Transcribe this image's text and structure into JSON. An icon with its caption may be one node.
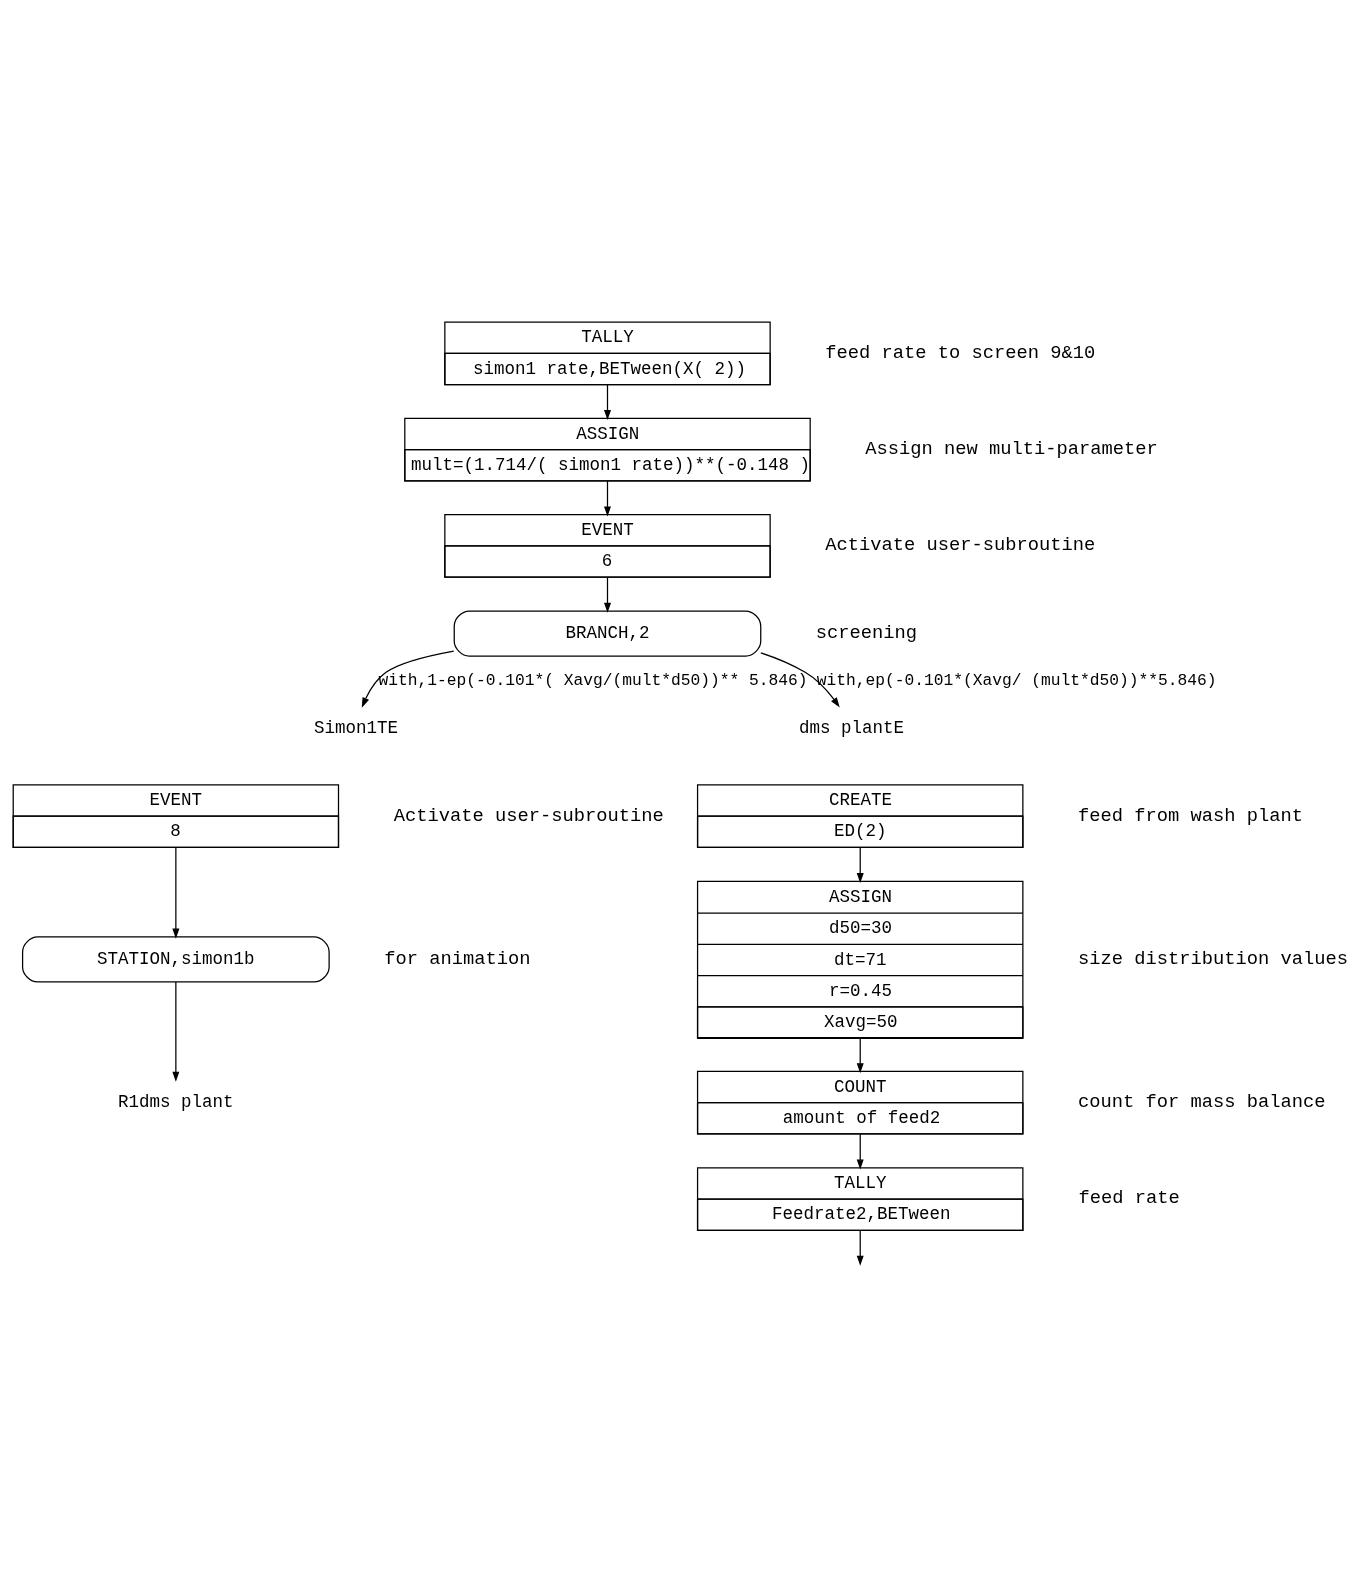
{
  "diagram": {
    "nodes": [
      {
        "text": [
          "TALLY",
          "simon1 rate,BETween(X( 2))"
        ],
        "beside": [
          "feed rate to screen 9&10"
        ]
      },
      {
        "text": [
          "ASSIGN",
          "mult=(1.714/( simon1 rate))**(-0.148 )"
        ],
        "beside": [
          "Assign new multi-parameter"
        ]
      },
      {
        "text": [
          "EVENT",
          "6"
        ],
        "beside": [
          "Activate user-subroutine"
        ]
      },
      {
        "text": [
          "BRANCH,2"
        ],
        "beside": [
          "screening"
        ]
      },
      {
        "text": [
          "Simon1TE"
        ]
      },
      {
        "text": [
          "dms plantE"
        ]
      },
      {
        "text": [
          "EVENT",
          "8"
        ],
        "beside": [
          "Activate user-subroutine"
        ]
      },
      {
        "text": [
          "STATION,simon1b"
        ],
        "beside": [
          "for animation"
        ]
      },
      {
        "text": [
          "R1dms plant"
        ]
      },
      {
        "text": [
          "CREATE",
          "ED(2)"
        ],
        "beside": [
          "feed from wash plant"
        ]
      },
      {
        "text": [
          "ASSIGN",
          "d50=30",
          "dt=71",
          "r=0.45",
          "Xavg=50"
        ],
        "beside": [
          "size distribution values"
        ]
      },
      {
        "text": [
          "COUNT",
          "amount of feed2"
        ],
        "beside": [
          "count for mass balance"
        ]
      },
      {
        "text": [
          "TALLY",
          "Feedrate2,BETween"
        ],
        "beside": [
          "feed rate"
        ]
      }
    ],
    "edges": [
      {
        "from": 0,
        "to": 1,
        "arrow": "to"
      },
      {
        "from": 1,
        "to": 2,
        "arrow": "to"
      },
      {
        "from": 2,
        "to": 3,
        "arrow": "to"
      },
      {
        "from": 3,
        "to": 4,
        "arrow": "to",
        "label": "with,1-ep(-0.101*( Xavg/(mult*d50))** 5.846)"
      },
      {
        "from": 3,
        "to": 5,
        "arrow": "to",
        "label": "with,ep(-0.101*(Xavg/ (mult*d50))**5.846)"
      },
      {
        "from": 6,
        "to": 7,
        "arrow": "to"
      },
      {
        "from": 7,
        "to": 8,
        "arrow": "to"
      },
      {
        "from": 9,
        "to": 10,
        "arrow": "to"
      },
      {
        "from": 10,
        "to": 11,
        "arrow": "to"
      },
      {
        "from": 11,
        "to": 12,
        "arrow": "to"
      },
      {
        "from": 12,
        "to": null,
        "arrow": "to"
      }
    ]
  }
}
